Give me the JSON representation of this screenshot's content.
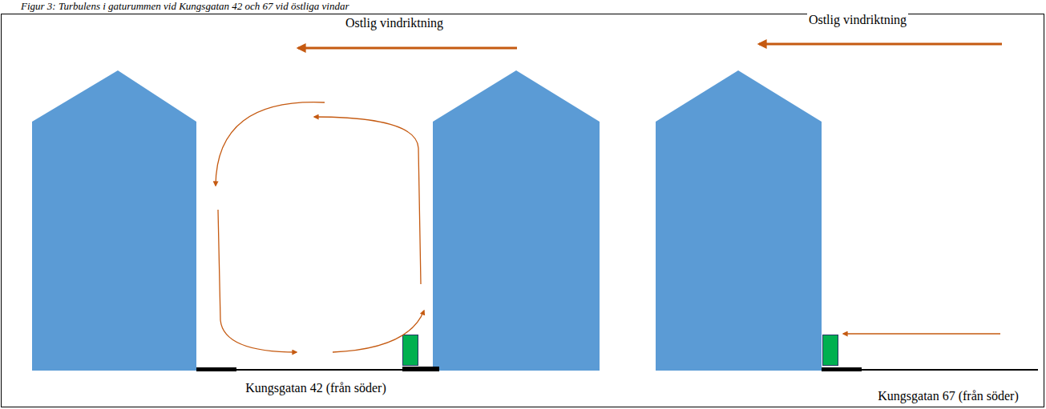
{
  "diagram": {
    "title": "Figur 3: Turbulens i gaturummen vid Kungsgatan 42 och 67 vid östliga vindar",
    "labels": [
      "Ostlig vindriktning",
      "Ostlig vindriktning",
      "Kungsgatan 42 (från söder)",
      "Kungsgatan 67 (från söder)"
    ]
  }
}
